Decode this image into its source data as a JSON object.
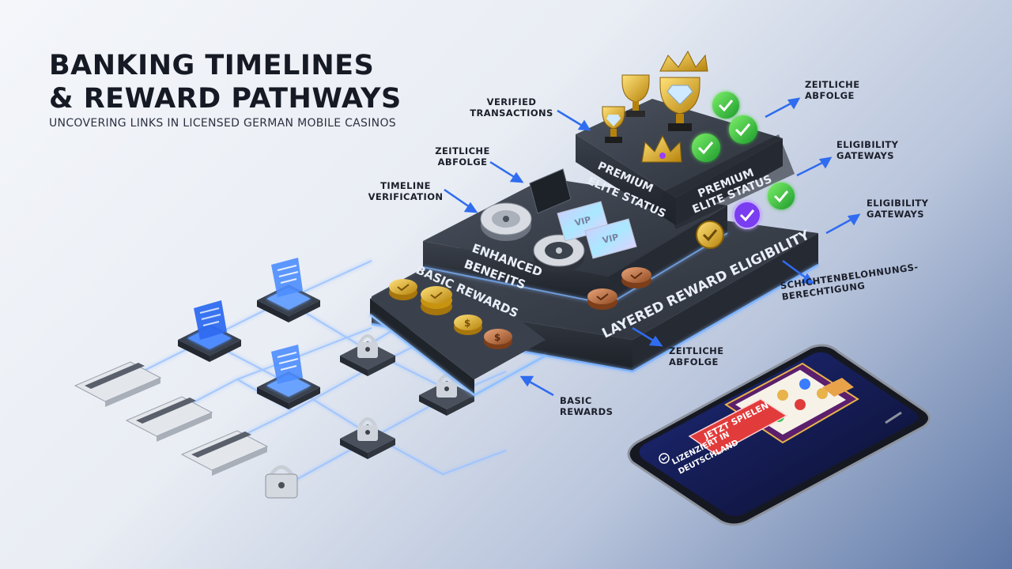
{
  "header": {
    "title": "BANKING TIMELINES\n& REWARD PATHWAYS",
    "subtitle": "UNCOVERING LINKS IN LICENSED GERMAN MOBILE CASINOS"
  },
  "callouts": {
    "verified_transactions": "VERIFIED\nTRANSACTIONS",
    "zeitliche_abfolge_top": "ZEITLICHE\nABFOLGE",
    "zeitliche_abfolge_mid": "ZEITLICHE\nABFOLGE",
    "timeline_verification": "TIMELINE\nVERIFICATION",
    "eligibility_gateways_1": "ELIGIBILITY\nGATEWAYS",
    "eligibility_gateways_2": "ELIGIBILITY\nGATEWAYS",
    "schichten": "SCHICHTENBELOHNUNGS-\nBERECHTIGUNG",
    "zeitliche_abfolge_bottom": "ZEITLICHE\nABFOLGE",
    "basic_rewards": "BASIC\nREWARDS"
  },
  "tiers": {
    "basic": "BASIC REWARDS",
    "enhanced": "ENHANCED\nBENEFITS",
    "premium_left": "PREMIUM\nELITE STATUS",
    "premium_right": "PREMIUM\nELITE STATUS",
    "layered": "LAYERED REWARD ELIGIBILITY"
  },
  "cards": {
    "vip_label": "VIP"
  },
  "phone": {
    "cta": "JETZT SPIELEN",
    "license": "LIZENZIERT IN\nDEUTSCHLAND"
  },
  "colors": {
    "accent_blue": "#2f6cf0",
    "glow": "#7fb4ff",
    "check_green": "#31c94a",
    "gold": "#d9a520",
    "bronze": "#b9693a",
    "platform_dark": "#2c323c"
  }
}
